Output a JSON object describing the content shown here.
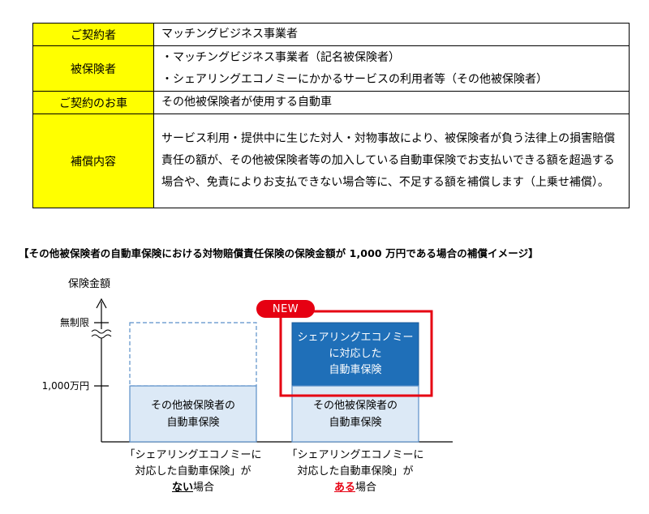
{
  "table": {
    "rows": [
      {
        "header": "ご契約者",
        "lines": [
          "マッチングビジネス事業者"
        ]
      },
      {
        "header": "被保険者",
        "lines": [
          "・マッチングビジネス事業者（記名被保険者）",
          "・シェアリングエコノミーにかかるサービスの利用者等（その他被保険者）"
        ]
      },
      {
        "header": "ご契約のお車",
        "lines": [
          "その他被保険者が使用する自動車"
        ]
      },
      {
        "header": "補償内容",
        "text": "サービス利用・提供中に生じた対人・対物事故により、被保険者が負う法律上の損害賠償責任の額が、その他被保険者等の加入している自動車保険でお支払いできる額を超過する場合や、免責によりお支払できない場合等に、不足する額を補償します（上乗せ補償）。"
      }
    ]
  },
  "caption": "【その他被保険者の自動車保険における対物賠償責任保険の保険金額が 1,000 万円である場合の補償イメージ】",
  "diagram": {
    "y_axis_label": "保険金額",
    "tick_unlimited": "無制限",
    "tick_1000": "1,000万円",
    "left_box": "その他被保険者の\n自動車保険",
    "right_box": "その他被保険者の\n自動車保険",
    "sharing_box": "シェアリングエコノミー\nに対応した\n自動車保険",
    "new_badge": "NEW",
    "left_label": {
      "line1": "「シェアリングエコノミーに",
      "line2": "対応した自動車保険」が",
      "emph": "ない",
      "suffix": "場合"
    },
    "right_label": {
      "line1": "「シェアリングエコノミーに",
      "line2": "対応した自動車保険」が",
      "emph": "ある",
      "suffix": "場合"
    },
    "colors": {
      "table_header": "#ffff00",
      "light_box_fill": "#dce9f6",
      "box_border": "#5b8fc9",
      "sharing_fill": "#1f6fb8",
      "new_red": "#e60012"
    }
  }
}
